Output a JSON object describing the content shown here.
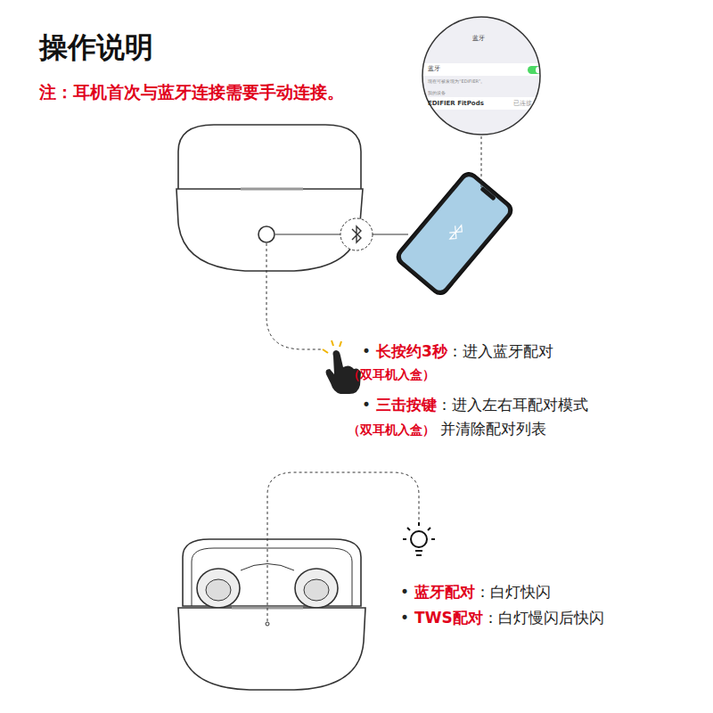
{
  "diagram": {
    "title": "操作说明",
    "nodes": [
      {
        "text": [
          "蓝牙",
          "蓝牙",
          "现在可被发现为“EDIFIER”。",
          "我的设备",
          "EDIFIER FitPods",
          "已连接"
        ]
      }
    ],
    "labels": [
      "注：耳机首次与蓝牙连接需要手动连接。",
      "•",
      "长按约3秒",
      "：进入蓝牙配对",
      "（双耳机入盒）",
      "•",
      "三击按键",
      "：进入左右耳配对模式",
      "（双耳机入盒）",
      "并清除配对列表",
      "•",
      "蓝牙配对",
      "：白灯快闪",
      "•",
      "TWS配对",
      "：白灯慢闪后快闪"
    ]
  }
}
